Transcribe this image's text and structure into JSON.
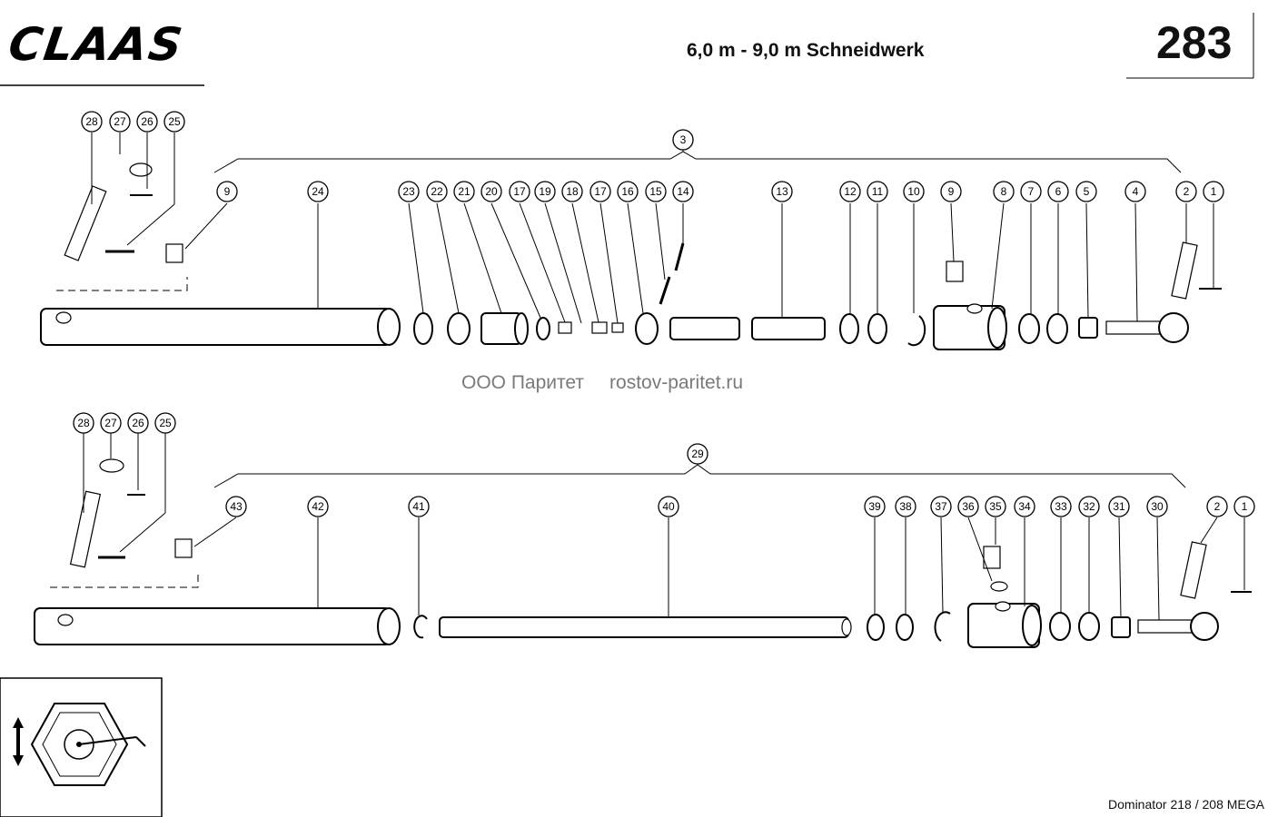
{
  "header": {
    "brand": "CLAAS",
    "title": "6,0 m - 9,0 m Schneidwerk",
    "page_number": "283"
  },
  "watermark": {
    "company": "ООО Паритет",
    "website": "rostov-paritet.ru"
  },
  "footer": {
    "model": "Dominator 218 / 208 MEGA"
  },
  "assemblies": {
    "upper": {
      "assembly_label": "3",
      "left_parts": [
        "28",
        "27",
        "26",
        "25"
      ],
      "parts": [
        "9",
        "24",
        "23",
        "22",
        "21",
        "20",
        "17",
        "19",
        "18",
        "17",
        "16",
        "15",
        "14",
        "13",
        "12",
        "11",
        "10",
        "9",
        "8",
        "7",
        "6",
        "5",
        "4",
        "2",
        "1"
      ]
    },
    "lower": {
      "assembly_label": "29",
      "left_parts": [
        "28",
        "27",
        "26",
        "25"
      ],
      "parts": [
        "43",
        "42",
        "41",
        "40",
        "39",
        "38",
        "37",
        "36",
        "35",
        "34",
        "33",
        "32",
        "31",
        "30",
        "2",
        "1"
      ]
    }
  }
}
